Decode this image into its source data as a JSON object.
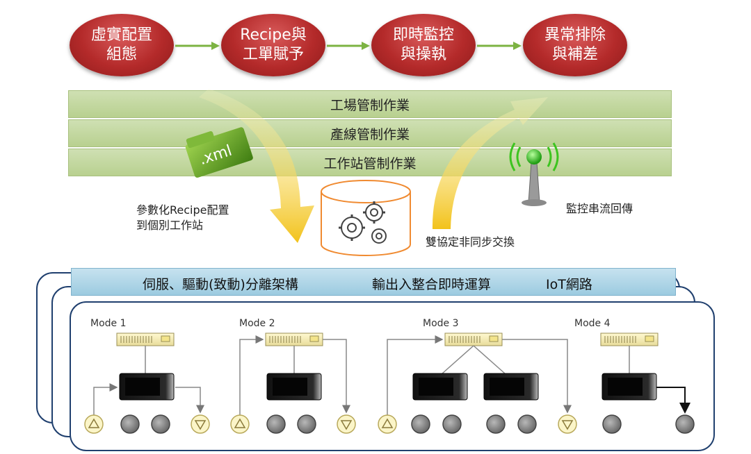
{
  "process_steps": [
    {
      "line1": "虛實配置",
      "line2": "組態"
    },
    {
      "line1": "Recipe與",
      "line2": "工單賦予"
    },
    {
      "line1": "即時監控",
      "line2": "與操執"
    },
    {
      "line1": "異常排除",
      "line2": "與補差"
    }
  ],
  "bands": [
    "工場管制作業",
    "產線管制作業",
    "工作站管制作業"
  ],
  "xml_icon": ".xml",
  "recipe_label": {
    "line1": "參數化Recipe配置",
    "line2": "到個別工作站"
  },
  "async_label": "雙協定非同步交換",
  "stream_label": "監控串流回傳",
  "banner": {
    "item1": "伺服、驅動(致動)分離架構",
    "item2": "輸出入整合即時運算",
    "item3": "IoT網路"
  },
  "modes": [
    "Mode 1",
    "Mode 2",
    "Mode 3",
    "Mode 4"
  ],
  "colors": {
    "step_red": "#b42a2a",
    "band_green": "#c4d9a0",
    "banner_blue": "#b3d8ea",
    "frame_navy": "#1f3f6e",
    "arrow_yellow": "#f2d33a"
  }
}
